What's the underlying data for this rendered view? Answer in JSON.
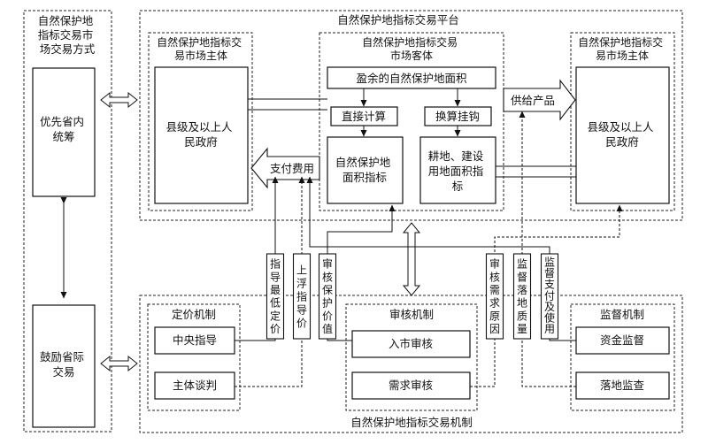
{
  "left_panel": {
    "title": [
      "自然保护地",
      "指标交易市",
      "场交易方式"
    ],
    "top_box": [
      "优先省内",
      "统筹"
    ],
    "bottom_box": [
      "鼓励省际",
      "交易"
    ]
  },
  "platform": {
    "title": "自然保护地指标交易平台",
    "left_subject_title": [
      "自然保护地指标交",
      "易市场主体"
    ],
    "left_subject_box": [
      "县级及以上人",
      "民政府"
    ],
    "object_title": [
      "自然保护地指标交易",
      "市场客体"
    ],
    "surplus_box": "盈余的自然保护地面积",
    "direct_calc": "直接计算",
    "convert_link": "换算挂钩",
    "indicator_box": [
      "自然保护地",
      "面积指标"
    ],
    "farmland_box": [
      "耕地、建设",
      "用地面积指",
      "标"
    ],
    "right_subject_title": [
      "自然保护地指标交",
      "易市场主体"
    ],
    "right_subject_box": [
      "县级及以上人",
      "民政府"
    ],
    "supply_label": "供给产品",
    "pay_label": "支付费用"
  },
  "mechanism": {
    "title": "自然保护地指标交易机制",
    "pricing_title": "定价机制",
    "pricing_items": [
      "中央指导",
      "主体谈判"
    ],
    "review_title": "审核机制",
    "review_items": [
      "入市审核",
      "需求审核"
    ],
    "supervision_title": "监督机制",
    "supervision_items": [
      "资金监督",
      "落地监查"
    ]
  },
  "vertical_labels": [
    "指导最低定价",
    "上浮指导价",
    "审核保护价值",
    "审核需求原因",
    "监督落地质量",
    "监督支付及使用"
  ]
}
